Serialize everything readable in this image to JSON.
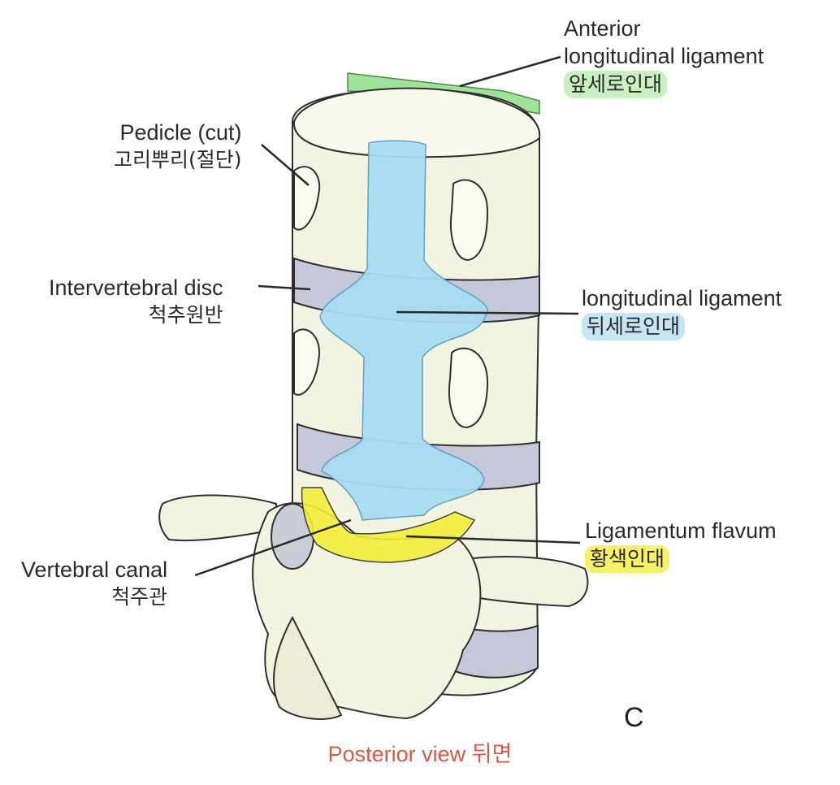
{
  "labels": {
    "anterior_ligament": {
      "line1": "Anterior",
      "line2": "longitudinal ligament",
      "korean": "앞세로인대"
    },
    "pedicle": {
      "line1": "Pedicle (cut)",
      "korean": "고리뿌리(절단)"
    },
    "intervertebral_disc": {
      "line1": "Intervertebral disc",
      "korean": "척추원반"
    },
    "posterior_ligament": {
      "line1": "longitudinal ligament",
      "korean": "뒤세로인대"
    },
    "ligamentum_flavum": {
      "line1": "Ligamentum flavum",
      "korean": "황색인대"
    },
    "vertebral_canal": {
      "line1": "Vertebral canal",
      "korean": "척주관"
    }
  },
  "panel_letter": "C",
  "caption": "Posterior view 뒤면",
  "colors": {
    "bone": "#f3f3e1",
    "bone_outline": "#2f2f2f",
    "anterior_ligament": "#9fe39a",
    "posterior_ligament": "#a8dcf2",
    "disc": "#c4c8d8",
    "ligamentum_flavum": "#f4ee3a",
    "caption": "#d45a48"
  }
}
